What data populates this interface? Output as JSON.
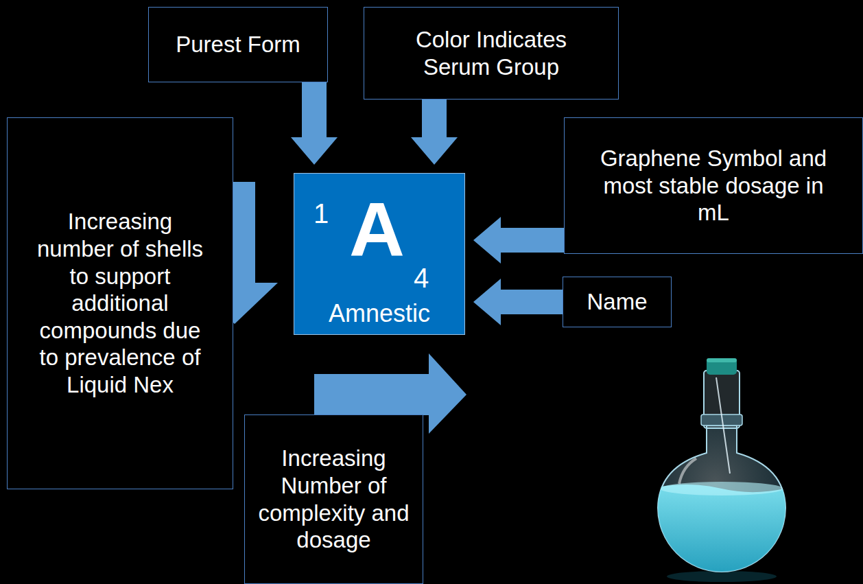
{
  "diagram": {
    "nodes": [
      {
        "text": [
          "Purest Form"
        ]
      },
      {
        "text": [
          "Color Indicates Serum Group"
        ]
      },
      {
        "text": [
          "Increasing number of shells to support additional compounds due to prevalence of Liquid Nex"
        ]
      },
      {
        "text": [
          "1",
          "A",
          "4",
          "Amnestic"
        ]
      },
      {
        "text": [
          "Graphene Symbol and most stable dosage in mL"
        ]
      },
      {
        "text": [
          "Name"
        ]
      },
      {
        "text": [
          "Increasing Number of complexity and dosage"
        ]
      }
    ],
    "edges": [
      {
        "from": 0,
        "to": 3,
        "arrow": "to"
      },
      {
        "from": 1,
        "to": 3,
        "arrow": "to"
      },
      {
        "from": 4,
        "to": 3,
        "arrow": "to"
      },
      {
        "from": 5,
        "to": 3,
        "arrow": "to"
      }
    ]
  }
}
